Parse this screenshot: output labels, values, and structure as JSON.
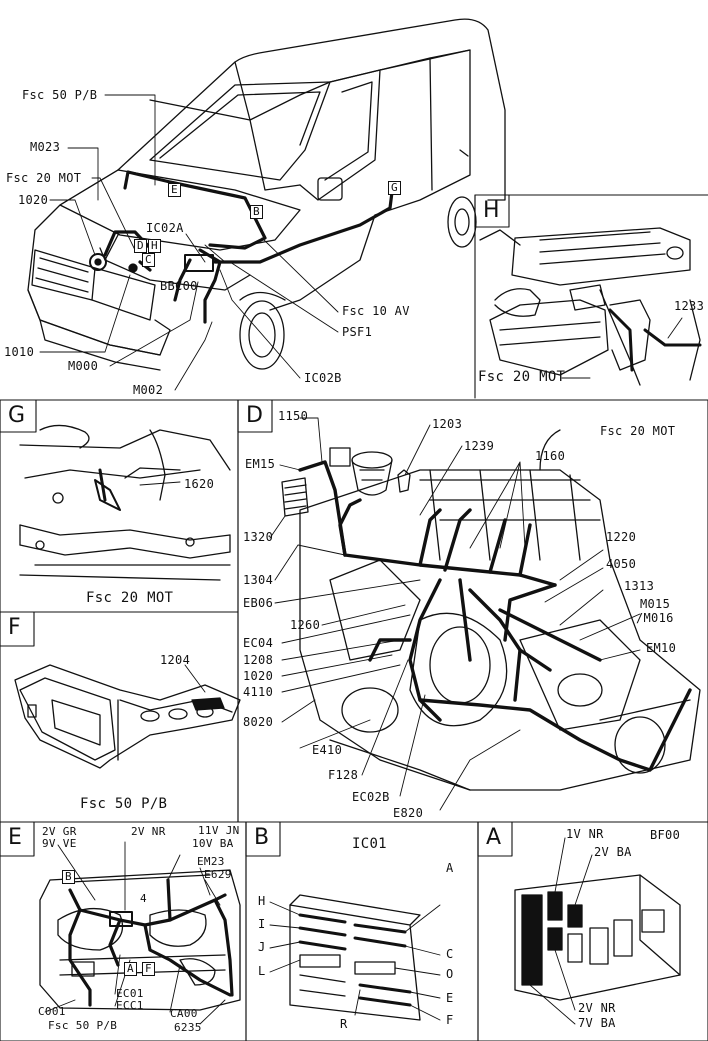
{
  "main": {
    "labels": {
      "fsc50pb": "Fsc 50 P/B",
      "m023": "M023",
      "fsc20mot": "Fsc 20 MOT",
      "n1020": "1020",
      "ic02a": "IC02A",
      "bbc00": "BBC00",
      "n1010": "1010",
      "m000": "M000",
      "m002": "M002",
      "ic02b": "IC02B",
      "psf1": "PSF1",
      "fsc10av": "Fsc 10 AV"
    },
    "tags": {
      "e": "E",
      "b": "B",
      "d": "D",
      "h": "H",
      "c": "C",
      "g": "G"
    }
  },
  "panelH": {
    "letter": "H",
    "n1233": "1233",
    "caption": "Fsc 20 MOT"
  },
  "panelG": {
    "letter": "G",
    "n1620": "1620",
    "caption": "Fsc 20 MOT"
  },
  "panelD": {
    "letter": "D",
    "title": "Fsc 20 MOT",
    "left": [
      "1150",
      "EM15",
      "1320",
      "1304",
      "EB06",
      "1260",
      "EC04",
      "1208",
      "1020",
      "4110",
      "8020"
    ],
    "top": [
      "1203",
      "1239",
      "1160"
    ],
    "right": [
      "1220",
      "4050",
      "1313",
      "M015",
      "/M016",
      "EM10"
    ],
    "bottom": [
      "E410",
      "F128",
      "EC02B",
      "E820"
    ]
  },
  "panelF": {
    "letter": "F",
    "n1204": "1204",
    "caption": "Fsc 50 P/B"
  },
  "panelE": {
    "letter": "E",
    "top": [
      "2V GR",
      "9V VE",
      "2V NR",
      "11V JN",
      "10V BA",
      "EM23",
      "E629"
    ],
    "n4": "4",
    "tags": {
      "b": "B",
      "a": "A",
      "f": "F"
    },
    "bottom": [
      "EC01",
      "ECC1",
      "C001",
      "Fsc 50 P/B",
      "CA00",
      "6235"
    ]
  },
  "panelB": {
    "letter": "B",
    "title": "IC01",
    "left": [
      "H",
      "I",
      "J",
      "L"
    ],
    "right": [
      "A",
      "C",
      "O",
      "E",
      "F"
    ],
    "bottom": "R"
  },
  "panelA": {
    "letter": "A",
    "title": "BF00",
    "top": [
      "1V NR",
      "2V BA"
    ],
    "bottom": [
      "2V NR",
      "7V BA"
    ]
  }
}
